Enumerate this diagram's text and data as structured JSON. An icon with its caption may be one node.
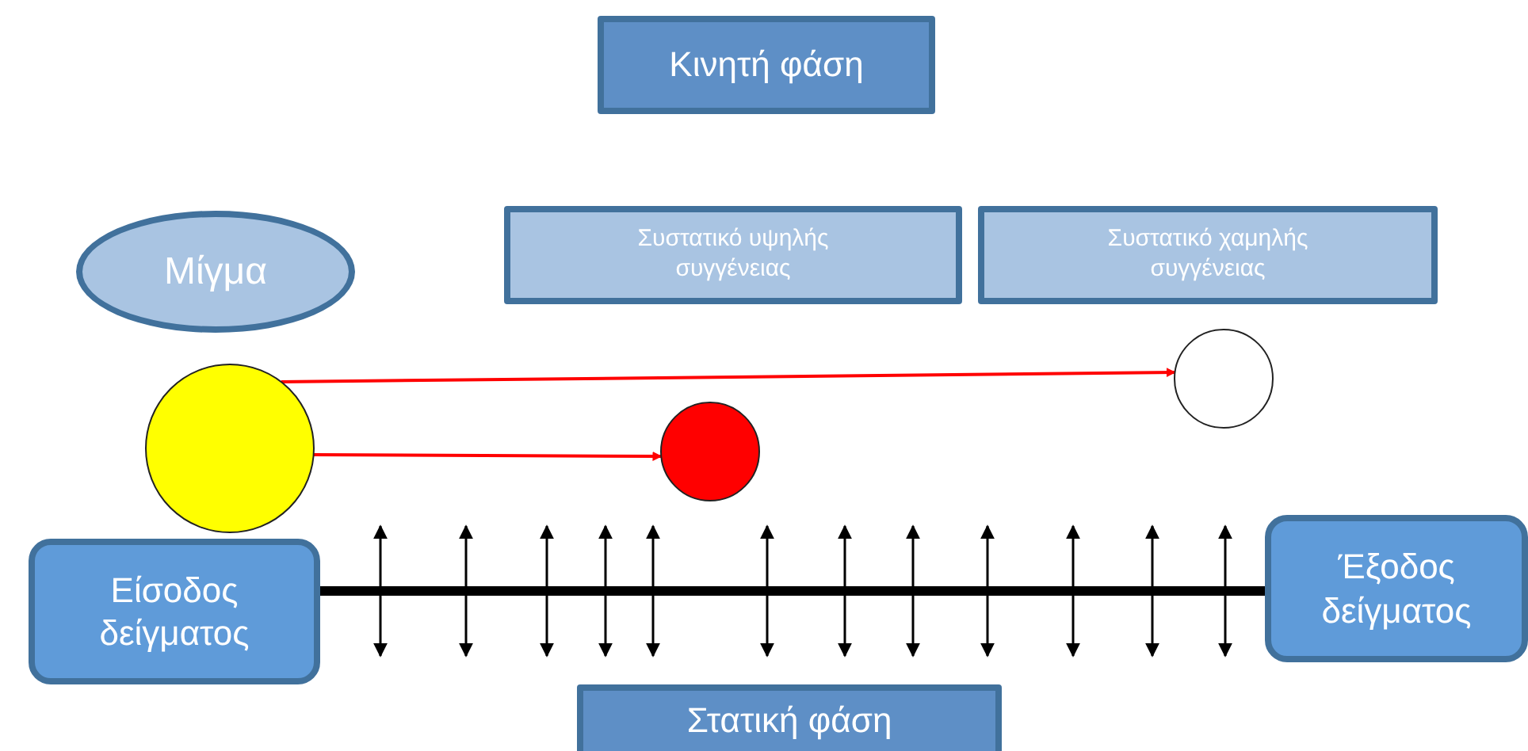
{
  "diagram": {
    "nodes": [
      {
        "text": [
          "Κινητή φάση"
        ]
      },
      {
        "text": [
          "Μίγμα"
        ]
      },
      {
        "text": [
          "Συστατικό υψηλής συγγένειας"
        ]
      },
      {
        "text": [
          "Συστατικό χαμηλής συγγένειας"
        ]
      },
      {
        "text": [],
        "shape": "circle"
      },
      {
        "text": [],
        "shape": "circle"
      },
      {
        "text": [],
        "shape": "circle"
      },
      {
        "text": [
          "Είσοδος δείγματος"
        ]
      },
      {
        "text": [
          "Έξοδος δείγματος"
        ]
      },
      {
        "text": [
          "Στατική φάση"
        ]
      }
    ],
    "edges": [
      {
        "from": 4,
        "to": 6,
        "arrow": "to"
      },
      {
        "from": 4,
        "to": 5,
        "arrow": "to"
      },
      {
        "from": 7,
        "to": 8,
        "arrow": "none",
        "style": "thick",
        "color": "#000000"
      }
    ]
  }
}
